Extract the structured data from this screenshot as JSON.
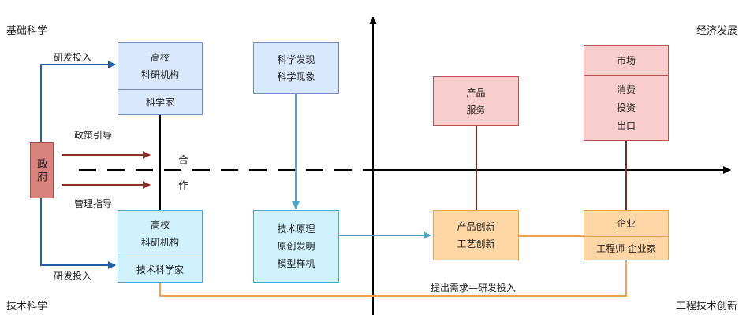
{
  "corners": {
    "top_left": "基础科学",
    "top_right": "经济发展",
    "bottom_left": "技术科学",
    "bottom_right": "工程技术创新"
  },
  "government": {
    "label": "政府"
  },
  "cooperation": {
    "top": "合",
    "bottom": "作"
  },
  "edge_labels": {
    "rd_investment_top": "研发投入",
    "rd_investment_bottom": "研发投入",
    "policy_guidance": "政策引导",
    "management_guidance": "管理指导",
    "demand_investment": "提出需求—研发投入"
  },
  "boxes": {
    "university_top": {
      "line1": "高校",
      "line2": "科研机构",
      "sub": "科学家"
    },
    "scientific_discovery": {
      "line1": "科学发现",
      "line2": "科学现象"
    },
    "university_bottom": {
      "line1": "高校",
      "line2": "科研机构",
      "sub": "技术科学家"
    },
    "technical_principle": {
      "line1": "技术原理",
      "line2": "原创发明",
      "line3": "模型样机"
    },
    "product_service": {
      "line1": "产品",
      "line2": "服务"
    },
    "market": {
      "title": "市场",
      "line1": "消费",
      "line2": "投资",
      "line3": "出口"
    },
    "product_innovation": {
      "line1": "产品创新",
      "line2": "工艺创新"
    },
    "enterprise": {
      "title": "企业",
      "sub": "工程师 企业家"
    }
  },
  "colors": {
    "blue_arrow": "#1f5fa8",
    "red_arrow": "#8b2e2a",
    "teal_arrow": "#4aa7c7",
    "orange_line": "#f0a050",
    "dark_red_line": "#7a2a26"
  }
}
